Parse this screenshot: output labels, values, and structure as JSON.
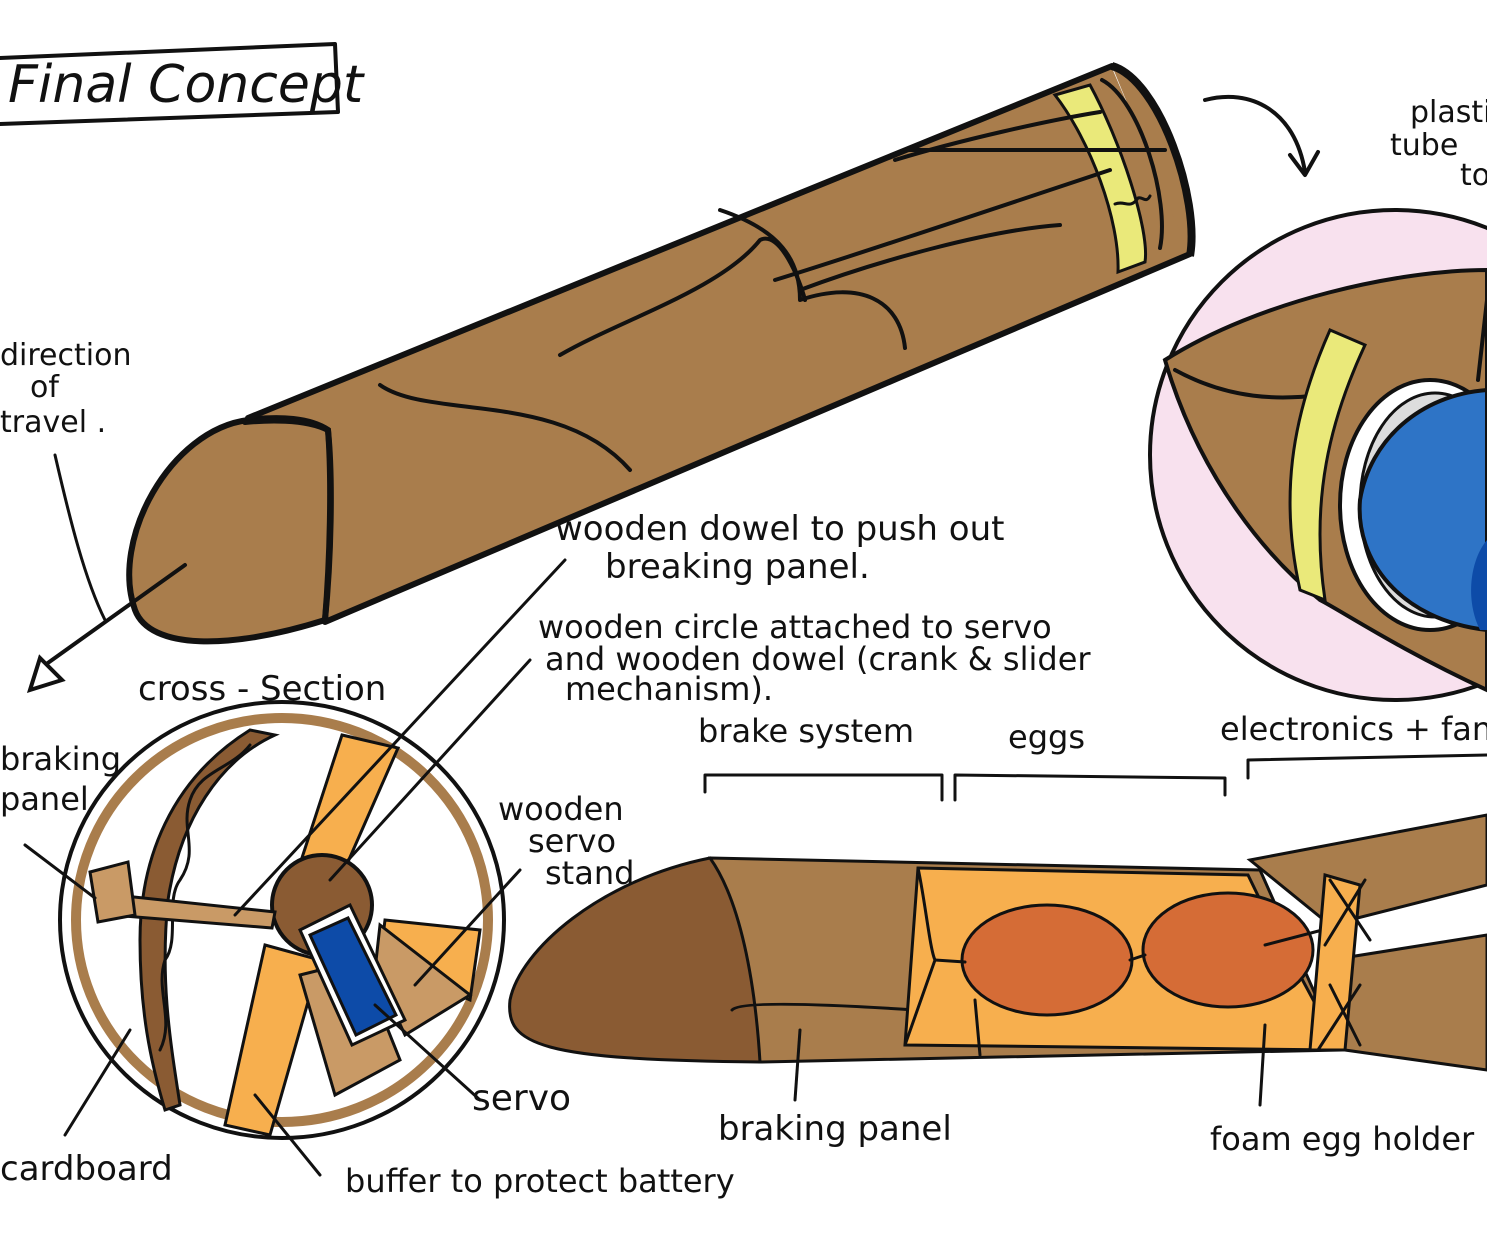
{
  "colors": {
    "cardboard": "#A97D4C",
    "cardboard_dark": "#8A5B33",
    "foam": "#F7AF4E",
    "egg": "#D56C36",
    "yellow": "#EAE97A",
    "pink": "#F8E1EE",
    "servo_blue": "#0D4BA8",
    "blue_light": "#2E74C6",
    "tan": "#C99A66",
    "ink": "#111111"
  },
  "texts": {
    "title": "Final Concept",
    "direction": [
      "direction",
      "of",
      "travel ."
    ],
    "cross_section": "cross - Section",
    "dowel": [
      "wooden dowel to push out",
      "breaking panel."
    ],
    "circle": [
      "wooden circle attached to servo",
      "and wooden dowel (crank & slider",
      "mechanism)."
    ],
    "braking_panel_left": [
      "braking",
      "panel"
    ],
    "servo_stand": [
      "wooden",
      "servo",
      "stand"
    ],
    "servo": "servo",
    "buffer": "buffer to protect battery",
    "cardboard": "cardboard",
    "brake_system": "brake system",
    "eggs": "eggs",
    "electronics": "electronics + fan",
    "braking_panel_bottom": "braking panel",
    "foam_egg_holder": "foam egg holder",
    "plastic": [
      "plastic",
      "tube",
      "to"
    ]
  }
}
